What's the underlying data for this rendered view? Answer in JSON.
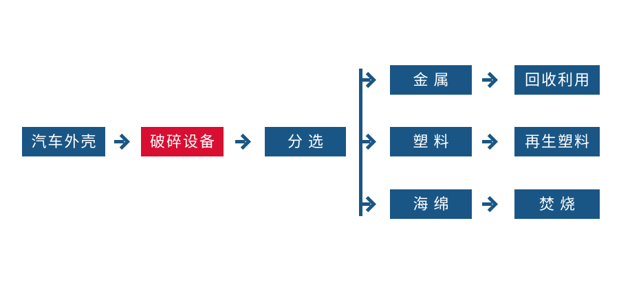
{
  "flow": {
    "main_chain": [
      {
        "id": "car-shell",
        "label": "汽车外壳",
        "style": "blue"
      },
      {
        "id": "crusher",
        "label": "破碎设备",
        "style": "red"
      },
      {
        "id": "sorting",
        "label": "分选",
        "style": "blue"
      }
    ],
    "branches": [
      {
        "material": "金属",
        "outcome": "回收利用"
      },
      {
        "material": "塑料",
        "outcome": "再生塑料"
      },
      {
        "material": "海绵",
        "outcome": "焚烧"
      }
    ]
  },
  "colors": {
    "node_blue": "#1A5685",
    "node_red": "#D80E32",
    "connector": "#1A5685",
    "text_on_node": "#FFFFFF",
    "background": "#FFFFFF"
  }
}
